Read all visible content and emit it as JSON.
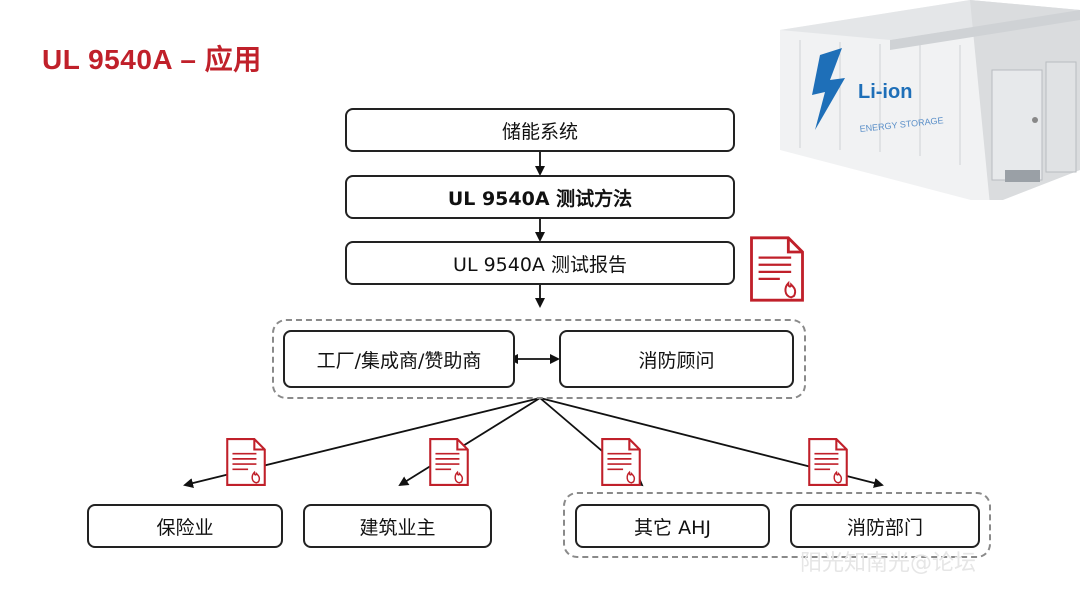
{
  "title": "UL 9540A – 应用",
  "flow": {
    "ess": "储能系统",
    "method": "UL 9540A 测试方法",
    "report": "UL 9540A 测试报告",
    "factory": "工厂/集成商/赞助商",
    "fire_consultant": "消防顾问",
    "insurance": "保险业",
    "building_owner": "建筑业主",
    "other_ahj": "其它 AHJ",
    "fire_department": "消防部门"
  },
  "container": {
    "brand": "Li-ion",
    "subtitle": "ENERGY STORAGE"
  },
  "watermark": "阳光知南光@论坛",
  "colors": {
    "accent": "#c0202a",
    "doc": "#c0202a"
  }
}
